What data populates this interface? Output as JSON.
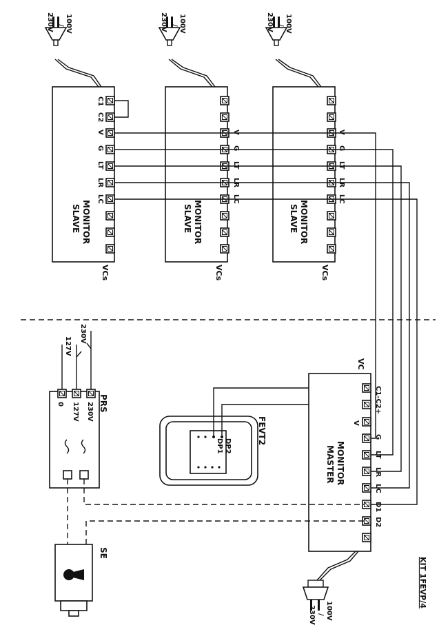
{
  "diagram": {
    "kit_title": "KIT 1FEVP/4",
    "plug_voltage": {
      "top": "100V",
      "slash": "/",
      "bottom": "230V"
    },
    "slave_terminals": [
      "C1",
      "C2",
      "V",
      "G",
      "LT",
      "LR",
      "LC"
    ],
    "slaves": [
      {
        "title_line1": "MONITOR",
        "title_line2": "SLAVE",
        "vcs": "VCs"
      },
      {
        "title_line1": "MONITOR",
        "title_line2": "SLAVE",
        "vcs": "VCs"
      },
      {
        "title_line1": "MONITOR",
        "title_line2": "SLAVE",
        "vcs": "VCs"
      }
    ],
    "prs": {
      "label": "PRS",
      "terminals": [
        "0",
        "127V",
        "230V"
      ],
      "wires": [
        "127V",
        "230V"
      ]
    },
    "fevt2": {
      "label": "FEVT2",
      "dp2": "DP2",
      "dp1": "DP1"
    },
    "master": {
      "title_line1": "MONITOR",
      "title_line2": "MASTER",
      "vc": "VC",
      "terminals": [
        "C1-C2+",
        "V",
        "G",
        "LT",
        "LR",
        "LC",
        "D1",
        "D2"
      ]
    },
    "se": {
      "label": "SE"
    }
  }
}
